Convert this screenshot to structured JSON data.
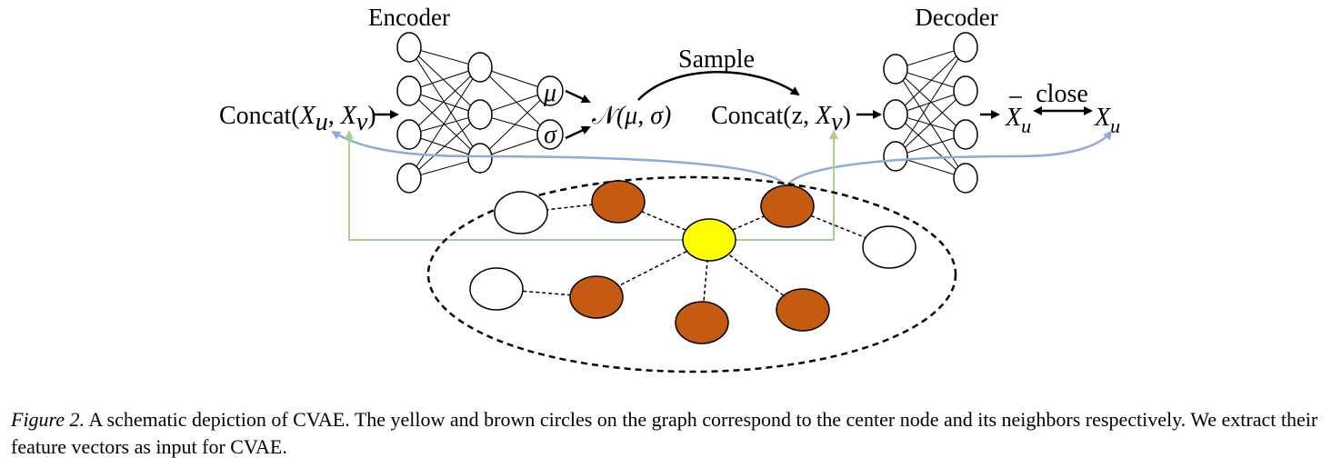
{
  "encoder": {
    "title": "Encoder"
  },
  "decoder": {
    "title": "Decoder"
  },
  "labels": {
    "concat_input": {
      "prefix": "Concat(",
      "x_u": "X",
      "sub_u": "u",
      "comma": ", ",
      "x_v": "X",
      "sub_v": "v",
      "close": ")"
    },
    "mu": "μ",
    "sigma": "σ",
    "normal": {
      "n": "𝒩",
      "args": "(μ, σ)"
    },
    "sample": "Sample",
    "concat_latent": {
      "prefix": "Concat(z, ",
      "x_v": "X",
      "sub_v": "v",
      "close": ")"
    },
    "x_u_bar": {
      "x": "X",
      "sub": "u",
      "bar": "¯"
    },
    "close": "close",
    "x_u": {
      "x": "X",
      "sub": "u"
    }
  },
  "colors": {
    "center_node": "#ffff00",
    "neighbor_node": "#c55a11",
    "other_node": "#ffffff",
    "blue_arrow": "#8faadc",
    "green_arrow": "#a9d18e"
  },
  "caption": {
    "fig_num": "Figure 2.",
    "text": " A schematic depiction of CVAE. The yellow and brown circles on the graph correspond to the center node and its neighbors respectively. We extract their feature vectors as input for CVAE."
  }
}
